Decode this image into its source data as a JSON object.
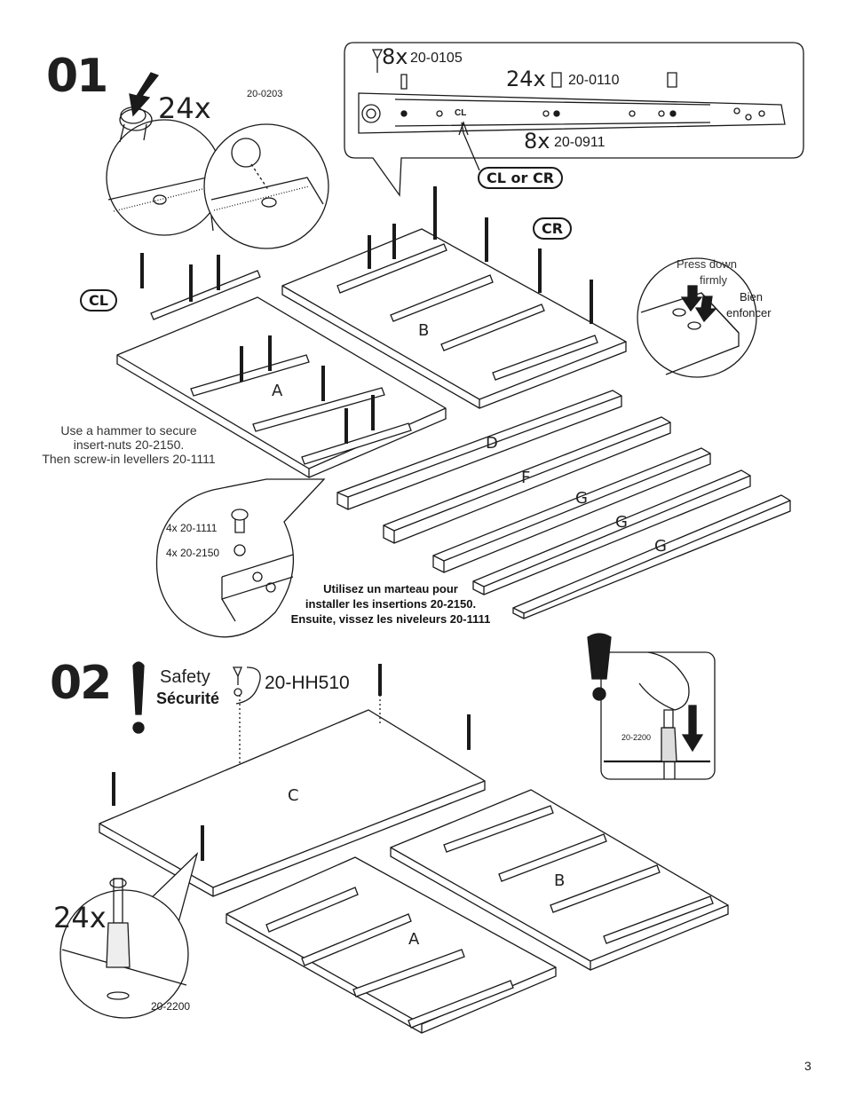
{
  "step1": {
    "number": "01",
    "cam_qty": "24x",
    "cam_part": "20-0203",
    "slide_callout": {
      "screw1_qty": "8x",
      "screw1_part": "20-0105",
      "screw2_qty": "24x",
      "screw2_part": "20-0110",
      "screw3_qty": "8x",
      "screw3_part": "20-0911",
      "slide_label": "CL",
      "side_badge": "CL or CR"
    },
    "badge_cl": "CL",
    "badge_cr": "CR",
    "press": {
      "en_line1": "Press down",
      "en_line2": "firmly",
      "fr_line1": "Bien",
      "fr_line2": "enfoncer"
    },
    "panels": {
      "a": "A",
      "b": "B",
      "d": "D",
      "f": "F",
      "g1": "G",
      "g2": "G",
      "g3": "G"
    },
    "note_en": {
      "line1": "Use a hammer to secure",
      "line2": "insert-nuts 20-2150.",
      "line3": "Then screw-in levellers 20-1111"
    },
    "leveller_callout": {
      "leveller_qty_part": "4x  20-1111",
      "nut_qty_part": "4x  20-2150"
    },
    "note_fr": {
      "line1": "Utilisez un marteau pour",
      "line2": "installer les insertions 20-2150.",
      "line3": "Ensuite, vissez les niveleurs 20-1111"
    }
  },
  "step2": {
    "number": "02",
    "safety_en": "Safety",
    "safety_fr": "Sécurité",
    "hardware_part": "20-HH510",
    "dowel_part_top": "20-2200",
    "dowel_qty": "24x",
    "dowel_part_bottom": "20-2200",
    "panels": {
      "c": "C",
      "a": "A",
      "b": "B"
    }
  },
  "page_number": "3"
}
